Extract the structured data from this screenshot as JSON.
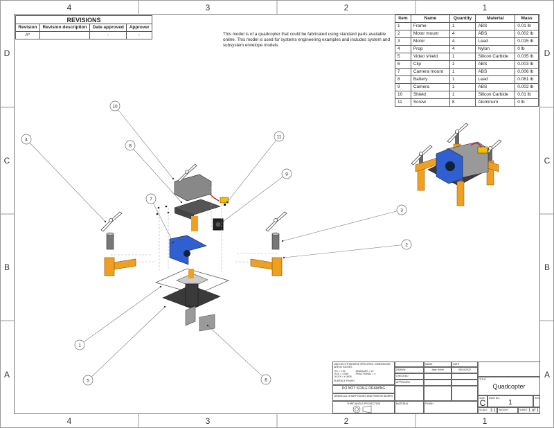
{
  "zones": {
    "columns": [
      "4",
      "3",
      "2",
      "1"
    ],
    "rows": [
      "D",
      "C",
      "B",
      "A"
    ]
  },
  "revisions": {
    "title": "REVISIONS",
    "headers": [
      "Revision",
      "Revision description",
      "Date approved",
      "Approver"
    ],
    "rows": [
      [
        "A*",
        "",
        "-",
        "-"
      ]
    ]
  },
  "note": "This model is of a quadcopter that could be fabricated using standard parts available online. This model is used for systems engineering examples and includes system and subsystem envelope models.",
  "bom": {
    "headers": [
      "Item",
      "Name",
      "Quantity",
      "Material",
      "Mass"
    ],
    "rows": [
      [
        "1",
        "Frame",
        "1",
        "ABS",
        "0.01 lb"
      ],
      [
        "2",
        "Motor mount",
        "4",
        "ABS",
        "0.002 lb"
      ],
      [
        "3",
        "Motor",
        "4",
        "Lead",
        "0.015 lb"
      ],
      [
        "4",
        "Prop",
        "4",
        "Nylon",
        "0 lb"
      ],
      [
        "5",
        "Video shield",
        "1",
        "Silicon Carbide",
        "0.035 lb"
      ],
      [
        "6",
        "Clip",
        "1",
        "ABS",
        "0.003 lb"
      ],
      [
        "7",
        "Camera mount",
        "1",
        "ABS",
        "0.006 lb"
      ],
      [
        "8",
        "Battery",
        "1",
        "Lead",
        "0.081 lb"
      ],
      [
        "9",
        "Camera",
        "1",
        "ABS",
        "0.002 lb"
      ],
      [
        "10",
        "Shield",
        "1",
        "Silicon Carbide",
        "0.01 lb"
      ],
      [
        "11",
        "Screw",
        "8",
        "Aluminum",
        "0 lb"
      ]
    ]
  },
  "balloons": [
    "1",
    "2",
    "3",
    "4",
    "5",
    "6",
    "7",
    "8",
    "9",
    "10",
    "11"
  ],
  "colors": {
    "orange": "#f0a020",
    "blue": "#2f5fd0",
    "dark": "#3a3a3a",
    "grey": "#9a9a9a"
  },
  "title_block": {
    "tolerance_note": "UNLESS OTHERWISE SPECIFIED: DIMENSIONS ARE IN INCHES",
    "tol1": ".XX = ±.01",
    "tol2": ".XXX = ±.005",
    "tol3": ".XXXX = ±.0005",
    "angular": "ANGULAR = ±1°",
    "fractional": "FRACTIONAL = ±",
    "surface_finish": "SURFACE FINISH",
    "do_not_scale": "DO NOT SCALE DRAWING",
    "break_edges": "BREAK ALL SHARP EDGES AND REMOVE BURRS",
    "projection": "THIRD ANGLE PROJECTION",
    "name_label": "NAME",
    "date_label": "DATE",
    "drawn_label": "DRAWN",
    "drawn_name": "Jane Smith",
    "drawn_date": "06/24/2022",
    "checked_label": "CHECKED",
    "approved_label": "APPROVED",
    "material_label": "MATERIAL",
    "finish_label": "FINISH",
    "title_label": "TITLE",
    "title": "Quadcopter",
    "size_label": "SIZE",
    "size": "C",
    "dwg_label": "DWG NO.",
    "dwg_no": "1",
    "rev_label": "REV",
    "scale_label": "SCALE",
    "scale": "1:1",
    "weight_label": "WEIGHT",
    "sheet_label": "SHEET",
    "sheet": "1 of 1"
  }
}
